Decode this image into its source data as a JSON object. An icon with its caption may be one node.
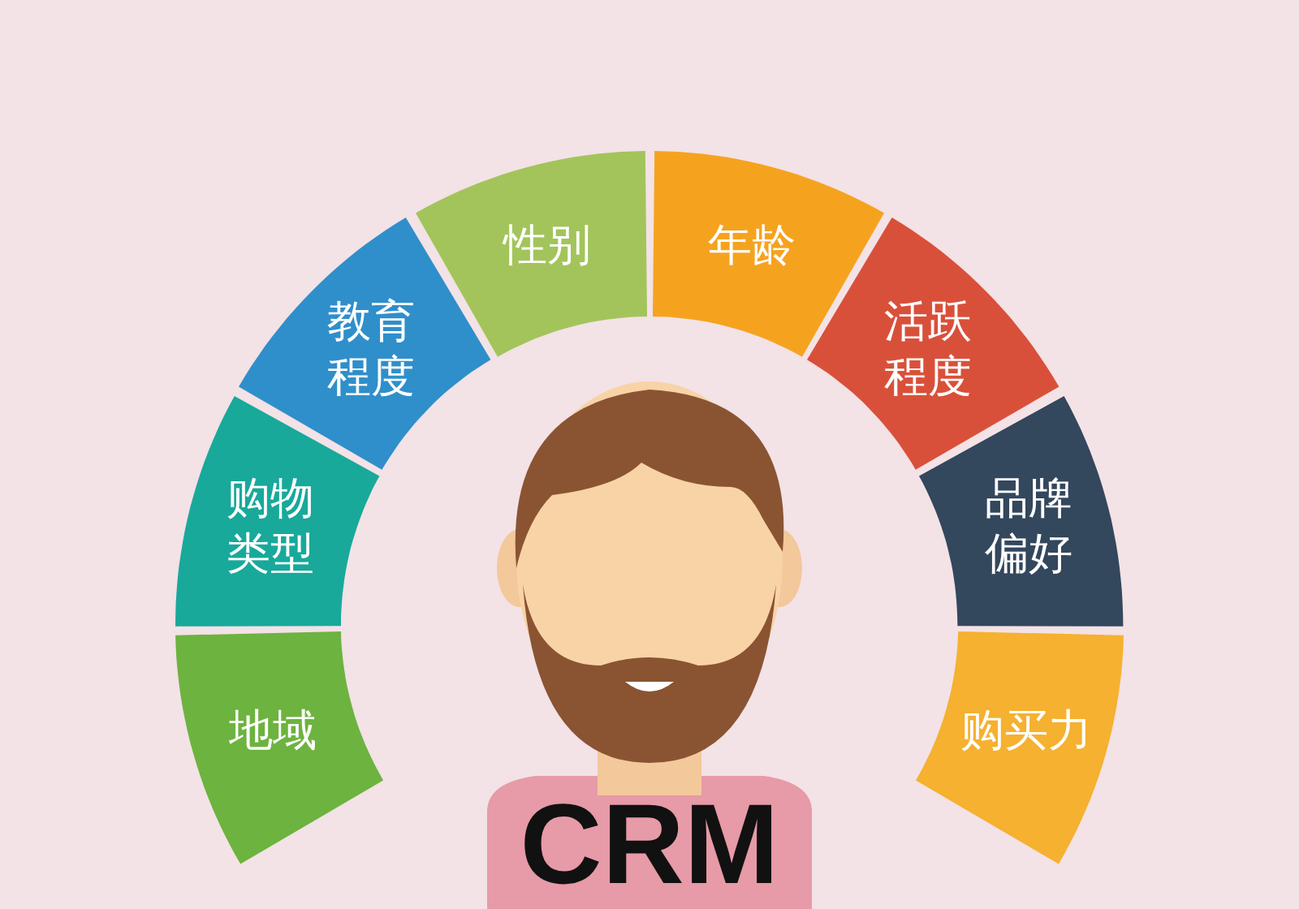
{
  "diagram": {
    "nodes": [
      {
        "text": [
          "地域"
        ]
      },
      {
        "text": [
          "购物类型"
        ]
      },
      {
        "text": [
          "教育程度"
        ]
      },
      {
        "text": [
          "性别"
        ]
      },
      {
        "text": [
          "年龄"
        ]
      },
      {
        "text": [
          "活跃程度"
        ]
      },
      {
        "text": [
          "品牌偏好"
        ]
      },
      {
        "text": [
          "购买力"
        ]
      }
    ],
    "labels": [
      "CRM"
    ]
  }
}
